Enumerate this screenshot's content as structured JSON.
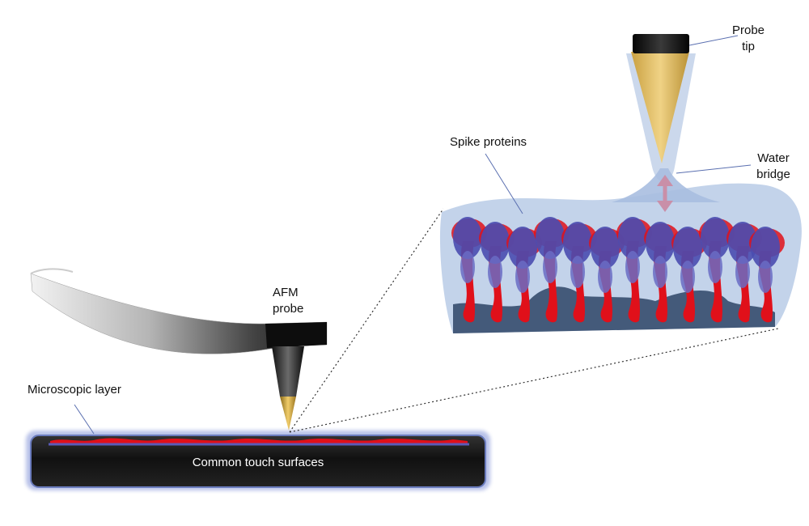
{
  "labels": {
    "probe_tip_line1": "Probe",
    "probe_tip_line2": "tip",
    "spike_proteins": "Spike proteins",
    "water_bridge_line1": "Water",
    "water_bridge_line2": "bridge",
    "afm_probe_line1": "AFM",
    "afm_probe_line2": "probe",
    "microscopic_layer": "Microscopic layer",
    "surface": "Common touch surfaces"
  },
  "colors": {
    "protein_red": "#e0101a",
    "protein_blue": "#4a4cb0",
    "water_blue": "#b9cbe6",
    "surface_dark": "#1a1a1a",
    "tip_gold": "#d8a83a",
    "leader_line": "#5a6fb0"
  }
}
